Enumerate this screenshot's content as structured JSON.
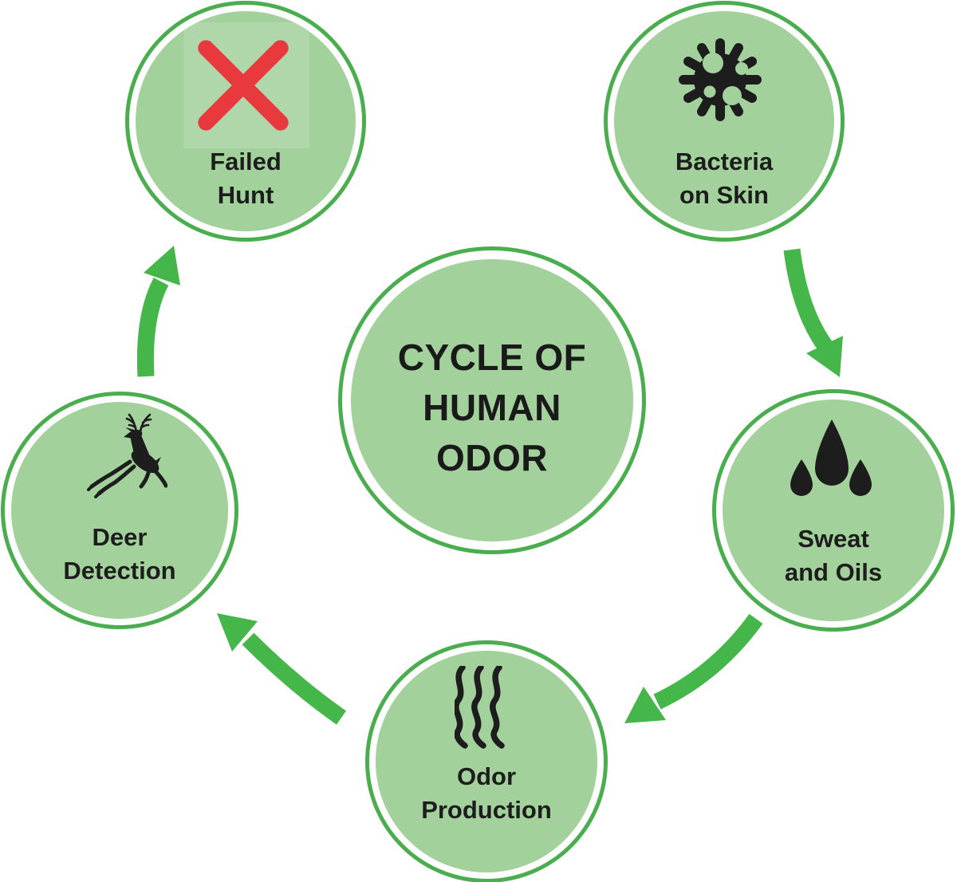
{
  "diagram": {
    "title_lines": [
      "CYCLE OF",
      "HUMAN",
      "ODOR"
    ],
    "nodes": [
      {
        "id": "bacteria-on-skin",
        "label_lines": [
          "Bacteria",
          "on Skin"
        ],
        "icon": "bacteria-icon"
      },
      {
        "id": "sweat-and-oils",
        "label_lines": [
          "Sweat",
          "and Oils"
        ],
        "icon": "sweat-drops-icon"
      },
      {
        "id": "odor-production",
        "label_lines": [
          "Odor",
          "Production"
        ],
        "icon": "odor-waves-icon"
      },
      {
        "id": "deer-detection",
        "label_lines": [
          "Deer",
          "Detection"
        ],
        "icon": "leaping-deer-icon"
      },
      {
        "id": "failed-hunt",
        "label_lines": [
          "Failed",
          "Hunt"
        ],
        "icon": "red-x-icon"
      }
    ],
    "arrows": [
      {
        "from": "bacteria-on-skin",
        "to": "sweat-and-oils"
      },
      {
        "from": "sweat-and-oils",
        "to": "odor-production"
      },
      {
        "from": "odor-production",
        "to": "deer-detection"
      },
      {
        "from": "deer-detection",
        "to": "failed-hunt"
      }
    ]
  },
  "theme": {
    "page_bg": "#ffffff",
    "node_fill": "#a3d19c",
    "ring_green": "#4aad4e",
    "arrow_green": "#45b649",
    "x_red": "#e8393e",
    "text_dark": "#1d1d1d"
  }
}
